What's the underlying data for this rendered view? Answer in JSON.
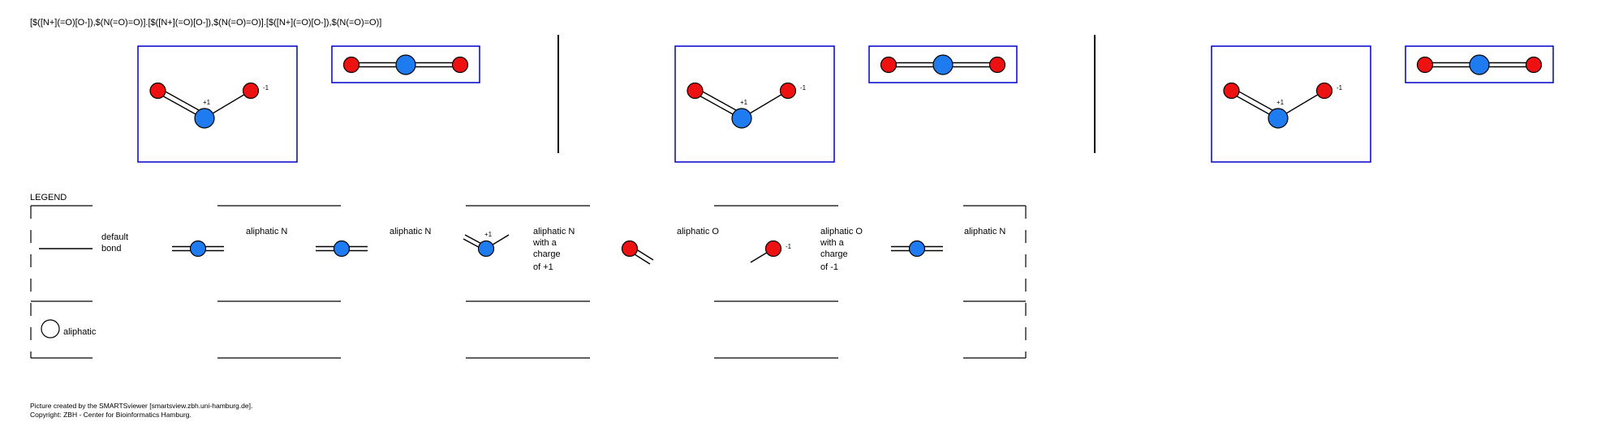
{
  "smarts": "[$([N+](=O)[O-]),$(N(=O)=O)].[$([N+](=O)[O-]),$(N(=O)=O)].[$([N+](=O)[O-]),$(N(=O)=O)]",
  "charges": {
    "n_plus": "+1",
    "o_minus": "-1"
  },
  "legend": {
    "title": "LEGEND",
    "default_bond": [
      "default",
      "bond"
    ],
    "aliphatic": "aliphatic",
    "items": [
      {
        "lines": [
          "aliphatic N"
        ]
      },
      {
        "lines": [
          "aliphatic N"
        ]
      },
      {
        "lines": [
          "aliphatic N",
          "with a",
          "charge",
          "of +1"
        ]
      },
      {
        "lines": [
          "aliphatic O"
        ]
      },
      {
        "lines": [
          "aliphatic O",
          "with a",
          "charge",
          "of -1"
        ]
      },
      {
        "lines": [
          "aliphatic N"
        ]
      }
    ]
  },
  "footer": {
    "line1": "Picture created by the SMARTSviewer [smartsview.zbh.uni-hamburg.de].",
    "line2": "Copyright: ZBH - Center for Bioinformatics Hamburg."
  },
  "colors": {
    "nitrogen": "#1f7bf0",
    "oxygen": "#ee1111",
    "box_border": "#0000cc",
    "bond": "#000000"
  }
}
